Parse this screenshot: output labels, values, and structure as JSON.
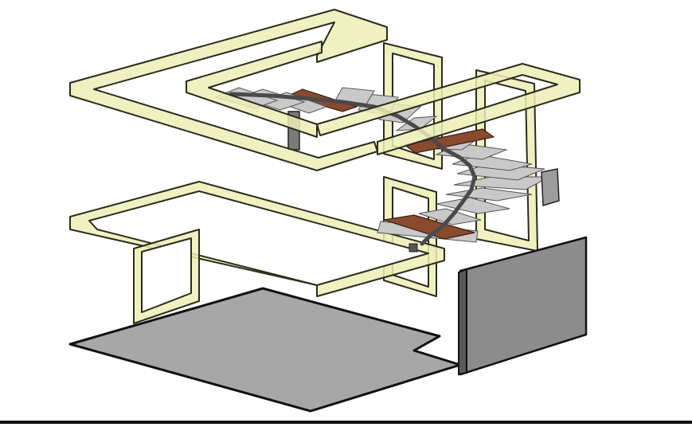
{
  "colors": {
    "frame_fill": "#eceeb6",
    "frame_stroke": "#2b2b1c",
    "floor_fill": "#a7a7a7",
    "wall_fill": "#8c8c8c",
    "tread_wood": "#8a4a2e",
    "tread_glass": "#c9c9c9",
    "background": "#ffffff"
  },
  "components": {
    "upper_slab_frame": "frame",
    "lower_slab_frame": "frame",
    "floor_slab": "concrete",
    "side_wall": "concrete",
    "stair": "spiral-cantilever",
    "landings": "wood"
  }
}
